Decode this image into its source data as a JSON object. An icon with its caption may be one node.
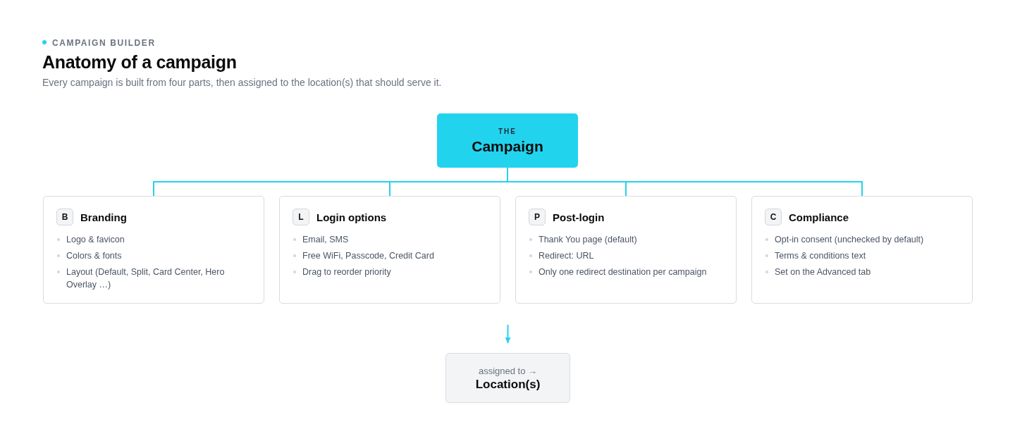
{
  "diagram": {
    "title": "Anatomy of a campaign",
    "nodes": [
      {
        "text": [
          "THE",
          "Campaign"
        ]
      },
      {
        "text": [
          "B",
          "Branding",
          "Logo & favicon",
          "Colors & fonts",
          "Layout (Default, Split, Card Center, Hero Overlay …)"
        ]
      },
      {
        "text": [
          "L",
          "Login options",
          "Email, SMS",
          "Free WiFi, Passcode, Credit Card",
          "Drag to reorder priority"
        ]
      },
      {
        "text": [
          "P",
          "Post-login",
          "Thank You page (default)",
          "Redirect: URL",
          "Only one redirect destination per campaign"
        ]
      },
      {
        "text": [
          "C",
          "Compliance",
          "Opt-in consent (unchecked by default)",
          "Terms & conditions text",
          "Set on the Advanced tab"
        ]
      },
      {
        "text": [
          "assigned to →",
          "Location(s)"
        ]
      }
    ],
    "edges": [
      {
        "from": 0,
        "to": 1,
        "arrow": "none"
      },
      {
        "from": 0,
        "to": 2,
        "arrow": "none"
      },
      {
        "from": 0,
        "to": 3,
        "arrow": "none"
      },
      {
        "from": 0,
        "to": 4,
        "arrow": "none"
      },
      {
        "from": null,
        "to": 5,
        "arrow": "to"
      }
    ],
    "labels": [
      "CAMPAIGN BUILDER",
      "Every campaign is built from four parts, then assigned to the location(s) that should serve it."
    ]
  }
}
